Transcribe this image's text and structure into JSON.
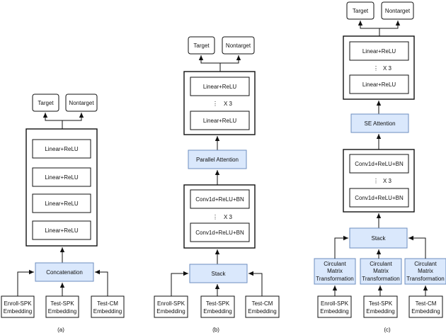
{
  "colors": {
    "highlight_fill": "#dae8fc",
    "highlight_stroke": "#6c8ebf",
    "line": "#111111"
  },
  "outputs": {
    "target": "Target",
    "nontarget": "Nontarget"
  },
  "inputs": {
    "enroll_line1": "Enroll-SPK",
    "enroll_line2": "Embedding",
    "test_spk_line1": "Test-SPK",
    "test_spk_line2": "Embedding",
    "test_cm_line1": "Test-CM",
    "test_cm_line2": "Embedding"
  },
  "panel_a": {
    "caption": "(a)",
    "fusion": "Concatenation",
    "layers": [
      "Linear+ReLU",
      "Linear+ReLU",
      "Linear+ReLU",
      "Linear+ReLU"
    ]
  },
  "panel_b": {
    "caption": "(b)",
    "fusion": "Stack",
    "conv_layer": "Conv1d+ReLU+BN",
    "conv_repeat": "X 3",
    "attention": "Parallel Attention",
    "linear_layer": "Linear+ReLU",
    "linear_repeat": "X 3"
  },
  "panel_c": {
    "caption": "(c)",
    "transform_line1": "Circulant",
    "transform_line2": "Matrix",
    "transform_line3": "Transformation",
    "fusion": "Stack",
    "conv_layer": "Conv1d+ReLU+BN",
    "conv_repeat": "X 3",
    "attention": "SE Attention",
    "linear_layer": "Linear+ReLU",
    "linear_repeat": "X 3"
  }
}
